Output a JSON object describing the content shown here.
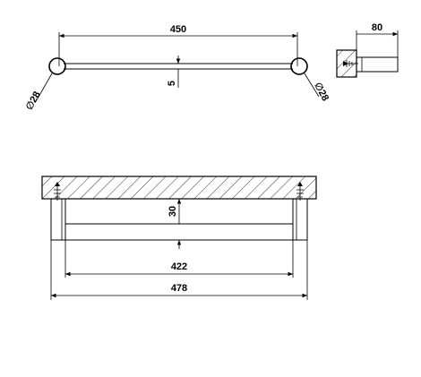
{
  "top_view": {
    "overall_length": "450",
    "bar_thickness": "5",
    "left_rosette_diameter": "28",
    "right_rosette_diameter": "28"
  },
  "side_view": {
    "projection": "80"
  },
  "front_view": {
    "height": "30",
    "inner_length": "422",
    "outer_length": "478"
  },
  "symbols": {
    "diameter": "∅"
  },
  "colors": {
    "line": "#000000",
    "background": "#ffffff"
  }
}
